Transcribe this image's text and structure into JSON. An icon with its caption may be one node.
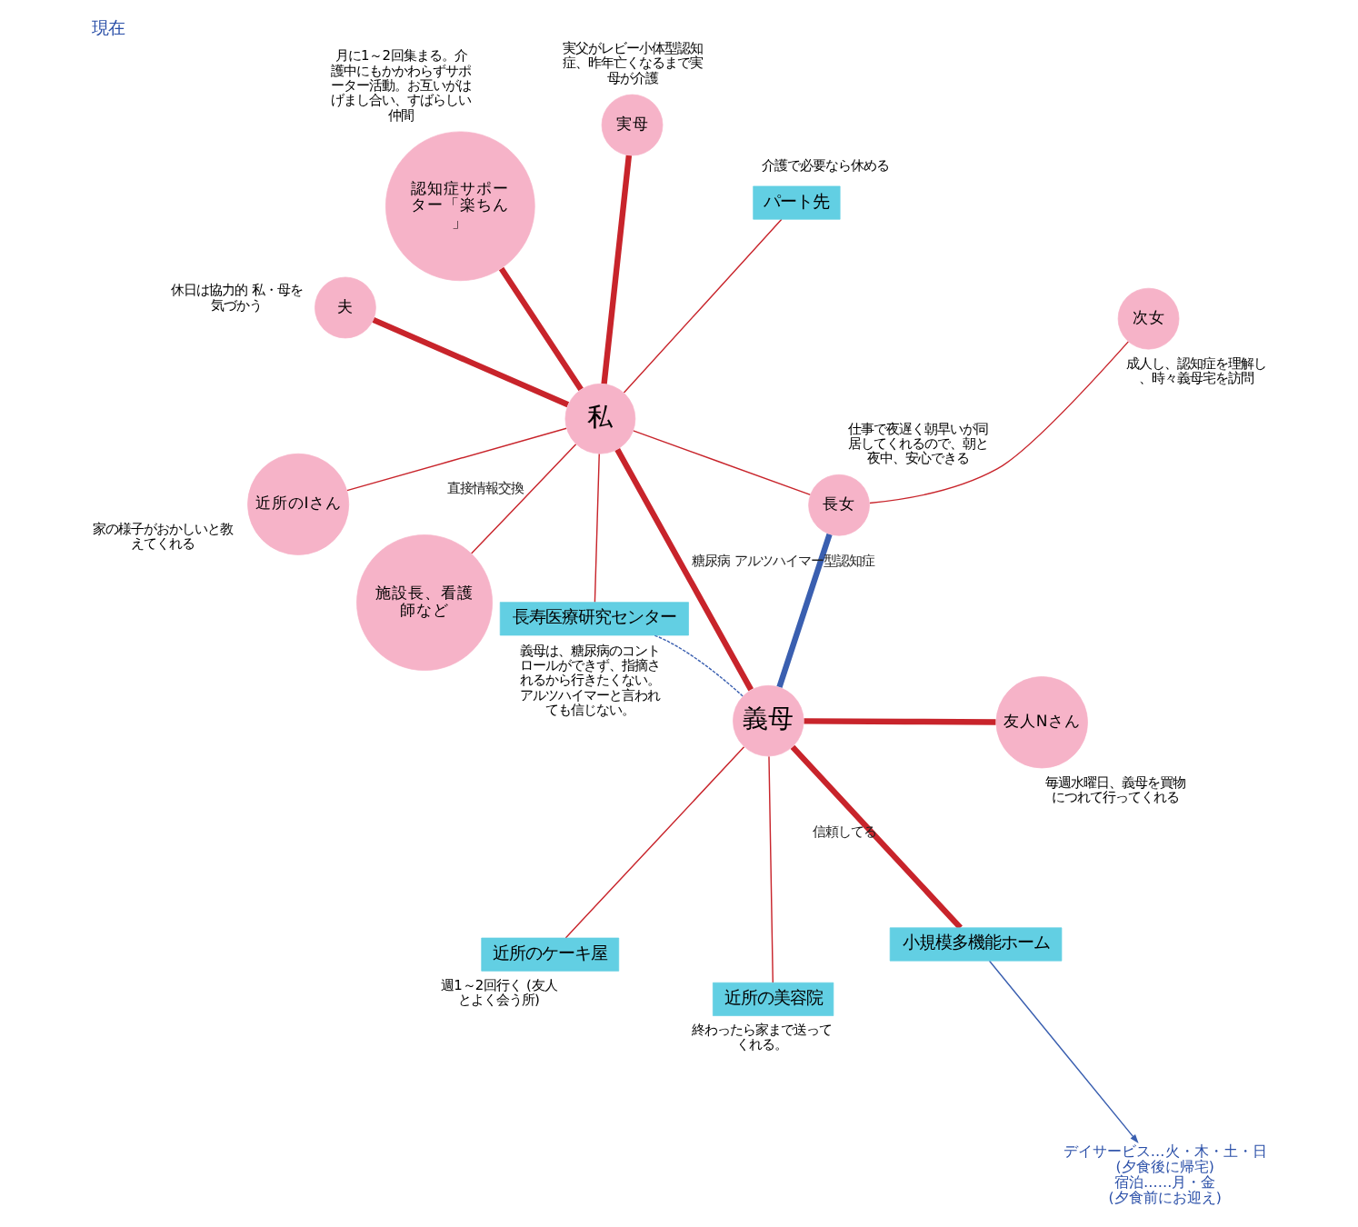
{
  "diagram": {
    "title": "現在",
    "nodes": [
      {
        "text": [
          "小規模多機能ホーム"
        ]
      },
      {
        "text": [
          "デイサービス…火・木・土・日",
          "(夕食後に帰宅)",
          "宿泊……月・金",
          "(夕食前にお迎え)"
        ]
      },
      {
        "text": [
          "近所のケーキ屋"
        ],
        "beside": [
          "週1～2回行く (友人とよく会う所)"
        ]
      },
      {
        "text": [
          "近所の美容院"
        ],
        "beside": [
          "終わったら家まで送ってくれる。"
        ]
      },
      {
        "text": [
          "施設長、看護師など"
        ]
      },
      {
        "text": [
          "友人Nさん"
        ],
        "beside": [
          "毎週水曜日、義母を買物につれて行ってくれる"
        ]
      },
      {
        "text": [
          "義母"
        ]
      },
      {
        "text": [
          "近所のIさん"
        ],
        "beside": [
          "家の様子がおかしいと教えてくれる"
        ]
      },
      {
        "text": [
          "長女"
        ],
        "beside": [
          "仕事で夜遅く朝早いが同居してくれるので、朝と夜中、安心できる"
        ]
      },
      {
        "text": [
          "長寿医療研究センター"
        ],
        "beside": [
          "義母は、糖尿病のコントロールができず、指摘されるから行きたくない。アルツハイマーと言われても信じない。"
        ]
      },
      {
        "text": [
          "私"
        ]
      },
      {
        "text": [
          "次女"
        ],
        "beside": [
          "成人し、認知症を理解し、時々義母宅を訪問"
        ]
      },
      {
        "text": [
          "夫"
        ],
        "beside": [
          "休日は協力的 私・母を気づかう"
        ]
      },
      {
        "text": [
          "認知症サポーター「楽ちん」"
        ],
        "beside": [
          "月に1～2回集まる。介護中にもかかわらずサポーター活動。お互いがはげまし合い、すばらしい仲間"
        ]
      },
      {
        "text": [
          "実母"
        ],
        "beside": [
          "実父がレビー小体型認知症、昨年亡くなるまで実母が介護"
        ]
      },
      {
        "text": [
          "パート先"
        ],
        "beside": [
          "介護で必要なら休める"
        ]
      }
    ],
    "edges": [
      {
        "from": 0,
        "to": 1,
        "arrow": "to",
        "color": "#3a5fb0"
      },
      {
        "from": 0,
        "to": 6,
        "arrow": "none",
        "label": "信頼してる",
        "style": "thick"
      },
      {
        "from": 2,
        "to": 6,
        "arrow": "none"
      },
      {
        "from": 3,
        "to": 6,
        "arrow": "none"
      },
      {
        "from": 5,
        "to": 6,
        "arrow": "none",
        "style": "thick"
      },
      {
        "from": 4,
        "to": 10,
        "arrow": "none",
        "label": "直接情報交換"
      },
      {
        "from": 6,
        "to": 8,
        "arrow": "none",
        "style": "thick",
        "color": "#3a5fb0"
      },
      {
        "from": 9,
        "to": 6,
        "arrow": "none",
        "style": "dashed",
        "color": "#3a5fb0"
      },
      {
        "from": 6,
        "to": 10,
        "arrow": "none",
        "label": "糖尿病 アルツハイマー型認知症",
        "style": "thick"
      },
      {
        "from": 7,
        "to": 10,
        "arrow": "none"
      },
      {
        "from": 9,
        "to": 10,
        "arrow": "none"
      },
      {
        "from": 10,
        "to": 8,
        "arrow": "none"
      },
      {
        "from": 8,
        "to": 11,
        "arrow": "none"
      },
      {
        "from": 10,
        "to": 12,
        "arrow": "none",
        "style": "thick"
      },
      {
        "from": 13,
        "to": 10,
        "arrow": "none",
        "style": "thick"
      },
      {
        "from": 14,
        "to": 10,
        "arrow": "none",
        "style": "thick"
      },
      {
        "from": 10,
        "to": 15,
        "arrow": "none"
      }
    ]
  }
}
